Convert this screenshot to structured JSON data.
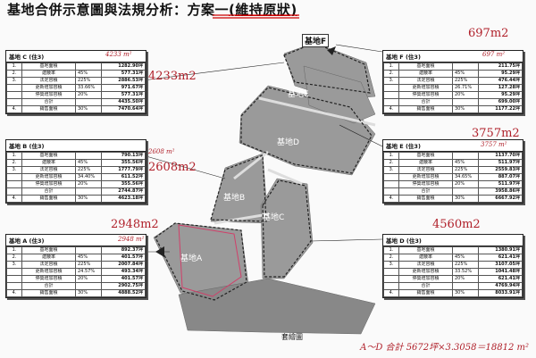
{
  "title": "基地合併示意圖與法規分析：方案一",
  "title_emphasis": "(維持原狀)",
  "map_labels": {
    "site_f": "基地F",
    "site_e": "基地E",
    "site_d": "基地D",
    "site_c": "基地C",
    "site_b": "基地B",
    "site_a": "基地A"
  },
  "caption": "套繪圖",
  "bottom_note": "A～D 合計 5672坪×3.3058＝18812 m²",
  "cards": {
    "c": {
      "header": "基地 C (住3)",
      "area_label": "4233m2",
      "hand_note": "4233 m²",
      "rows": [
        {
          "n": "1.",
          "label": "基地面積",
          "pct": "",
          "val": "1282.90坪"
        },
        {
          "n": "2.",
          "label": "建蔽率",
          "pct": "45%",
          "val": "577.31坪"
        },
        {
          "n": "3.",
          "label": "法定容積",
          "pct": "225%",
          "val": "2886.53坪"
        },
        {
          "n": "",
          "label": "更新增加容積",
          "pct": "33.66%",
          "val": "971.67坪"
        },
        {
          "n": "",
          "label": "停獎增加容積",
          "pct": "20%",
          "val": "577.31坪"
        },
        {
          "n": "",
          "label": "合計",
          "pct": "",
          "val": "4435.50坪"
        },
        {
          "n": "4.",
          "label": "銷售面積",
          "pct": "30%",
          "val": "7470.64坪"
        }
      ]
    },
    "b": {
      "header": "基地 B (住3)",
      "area_label": "2608m2",
      "hand_note": "2608 m²",
      "rows": [
        {
          "n": "1.",
          "label": "基地面積",
          "pct": "",
          "val": "790.13坪"
        },
        {
          "n": "2.",
          "label": "建蔽率",
          "pct": "45%",
          "val": "355.56坪"
        },
        {
          "n": "3.",
          "label": "法定容積",
          "pct": "225%",
          "val": "1777.79坪"
        },
        {
          "n": "",
          "label": "更新增加容積",
          "pct": "34.40%",
          "val": "611.52坪"
        },
        {
          "n": "",
          "label": "停獎增加容積",
          "pct": "20%",
          "val": "355.56坪"
        },
        {
          "n": "",
          "label": "合計",
          "pct": "",
          "val": "2744.87坪"
        },
        {
          "n": "4.",
          "label": "銷售面積",
          "pct": "30%",
          "val": "4623.18坪"
        }
      ]
    },
    "a": {
      "header": "基地 A (住3)",
      "area_label": "2948m2",
      "hand_note": "2948 m²",
      "rows": [
        {
          "n": "1.",
          "label": "基地面積",
          "pct": "",
          "val": "892.37坪"
        },
        {
          "n": "2.",
          "label": "建蔽率",
          "pct": "45%",
          "val": "401.57坪"
        },
        {
          "n": "3.",
          "label": "法定容積",
          "pct": "225%",
          "val": "2007.84坪"
        },
        {
          "n": "",
          "label": "更新增加容積",
          "pct": "24.57%",
          "val": "493.34坪"
        },
        {
          "n": "",
          "label": "停獎增加容積",
          "pct": "20%",
          "val": "401.57坪"
        },
        {
          "n": "",
          "label": "合計",
          "pct": "",
          "val": "2902.75坪"
        },
        {
          "n": "4.",
          "label": "銷售面積",
          "pct": "30%",
          "val": "4888.52坪"
        }
      ]
    },
    "f": {
      "header": "基地 F (住3)",
      "area_label": "697m2",
      "hand_note": "697 m²",
      "rows": [
        {
          "n": "1.",
          "label": "基地面積",
          "pct": "",
          "val": "211.75坪"
        },
        {
          "n": "2.",
          "label": "建蔽率",
          "pct": "45%",
          "val": "95.29坪"
        },
        {
          "n": "3.",
          "label": "法定容積",
          "pct": "225%",
          "val": "476.44坪"
        },
        {
          "n": "",
          "label": "更新增加容積",
          "pct": "26.71%",
          "val": "127.28坪"
        },
        {
          "n": "",
          "label": "停獎增加容積",
          "pct": "20%",
          "val": "95.29坪"
        },
        {
          "n": "",
          "label": "合計",
          "pct": "",
          "val": "699.00坪"
        },
        {
          "n": "4.",
          "label": "銷售面積",
          "pct": "30%",
          "val": "1177.22坪"
        }
      ]
    },
    "e": {
      "header": "基地 E (住3)",
      "area_label": "3757m2",
      "hand_note": "3757 m²",
      "rows": [
        {
          "n": "1.",
          "label": "基地面積",
          "pct": "",
          "val": "1137.70坪"
        },
        {
          "n": "2.",
          "label": "建蔽率",
          "pct": "45%",
          "val": "511.97坪"
        },
        {
          "n": "3.",
          "label": "法定容積",
          "pct": "225%",
          "val": "2559.83坪"
        },
        {
          "n": "",
          "label": "更新增加容積",
          "pct": "34.65%",
          "val": "887.07坪"
        },
        {
          "n": "",
          "label": "停獎增加容積",
          "pct": "20%",
          "val": "511.97坪"
        },
        {
          "n": "",
          "label": "合計",
          "pct": "",
          "val": "3958.86坪"
        },
        {
          "n": "4.",
          "label": "銷售面積",
          "pct": "30%",
          "val": "6667.92坪"
        }
      ]
    },
    "d": {
      "header": "基地 D (住3)",
      "area_label": "4560m2",
      "hand_note": "",
      "rows": [
        {
          "n": "1.",
          "label": "基地面積",
          "pct": "",
          "val": "1380.91坪"
        },
        {
          "n": "2.",
          "label": "建蔽率",
          "pct": "45%",
          "val": "621.41坪"
        },
        {
          "n": "3.",
          "label": "法定容積",
          "pct": "225%",
          "val": "3107.05坪"
        },
        {
          "n": "",
          "label": "更新增加容積",
          "pct": "33.52%",
          "val": "1041.48坪"
        },
        {
          "n": "",
          "label": "停獎增加容積",
          "pct": "20%",
          "val": "621.41坪"
        },
        {
          "n": "",
          "label": "合計",
          "pct": "",
          "val": "4769.94坪"
        },
        {
          "n": "4.",
          "label": "銷售面積",
          "pct": "30%",
          "val": "8033.91坪"
        }
      ]
    }
  }
}
